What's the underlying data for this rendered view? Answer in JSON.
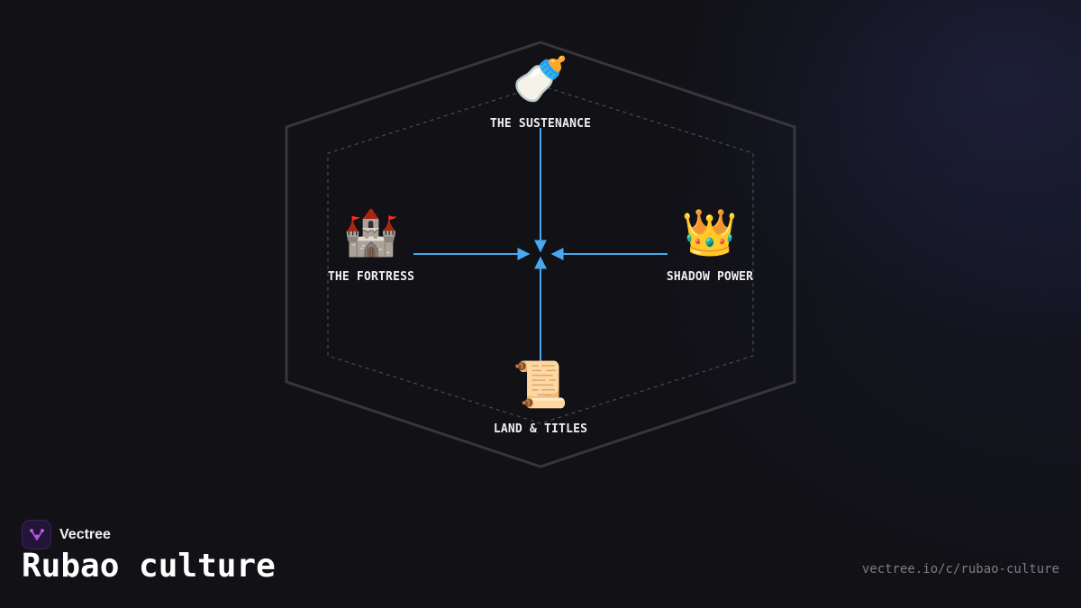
{
  "nodes": {
    "top": {
      "label": "THE SUSTENANCE",
      "icon": "baby-bottle-icon",
      "glyph": "🍼"
    },
    "left": {
      "label": "THE FORTRESS",
      "icon": "castle-icon",
      "glyph": "🏰"
    },
    "right": {
      "label": "SHADOW POWER",
      "icon": "crown-icon",
      "glyph": "👑"
    },
    "bottom": {
      "label": "LAND & TITLES",
      "icon": "scroll-icon",
      "glyph": "📜"
    }
  },
  "colors": {
    "arrow": "#4aa8f0",
    "hexagon_outer": "#36363b",
    "hexagon_inner": "#4a4a50",
    "brand_accent": "#b04ce0"
  },
  "brand": {
    "name": "Vectree"
  },
  "title": "Rubao culture",
  "url": "vectree.io/c/rubao-culture"
}
